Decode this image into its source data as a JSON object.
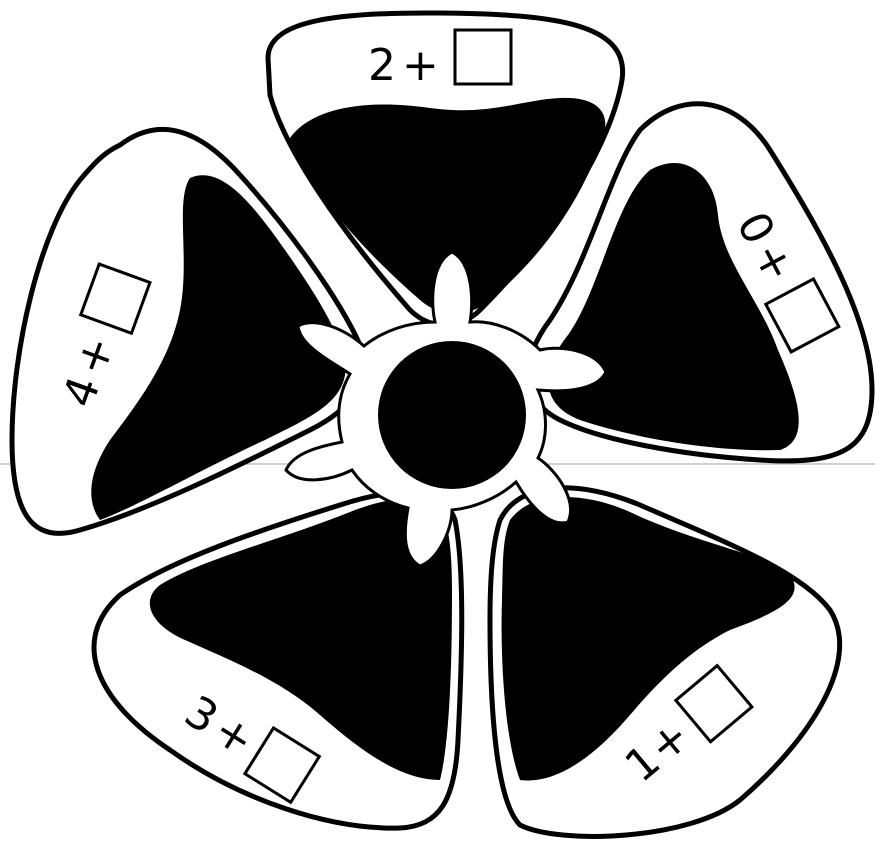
{
  "worksheet": {
    "colors": {
      "ink": "#000000",
      "paper": "#ffffff"
    },
    "petals": [
      {
        "id": "top",
        "addend": "2",
        "operator": "+"
      },
      {
        "id": "right",
        "addend": "0",
        "operator": "+"
      },
      {
        "id": "bottom-right",
        "addend": "1",
        "operator": "+"
      },
      {
        "id": "bottom-left",
        "addend": "3",
        "operator": "+"
      },
      {
        "id": "left",
        "addend": "4",
        "operator": "+"
      }
    ]
  }
}
